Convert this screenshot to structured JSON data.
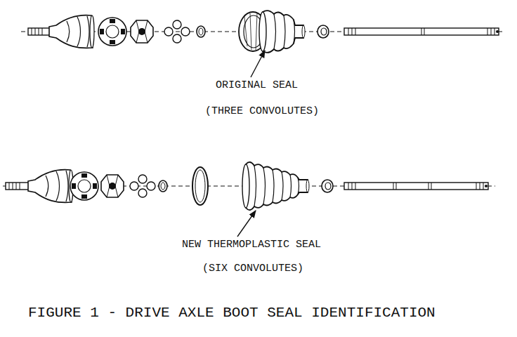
{
  "diagram": {
    "caption": "FIGURE 1 - DRIVE AXLE BOOT SEAL IDENTIFICATION",
    "labels": [
      "ORIGINAL SEAL",
      "(THREE CONVOLUTES)",
      "NEW THERMOPLASTIC SEAL",
      "(SIX CONVOLUTES)"
    ]
  }
}
